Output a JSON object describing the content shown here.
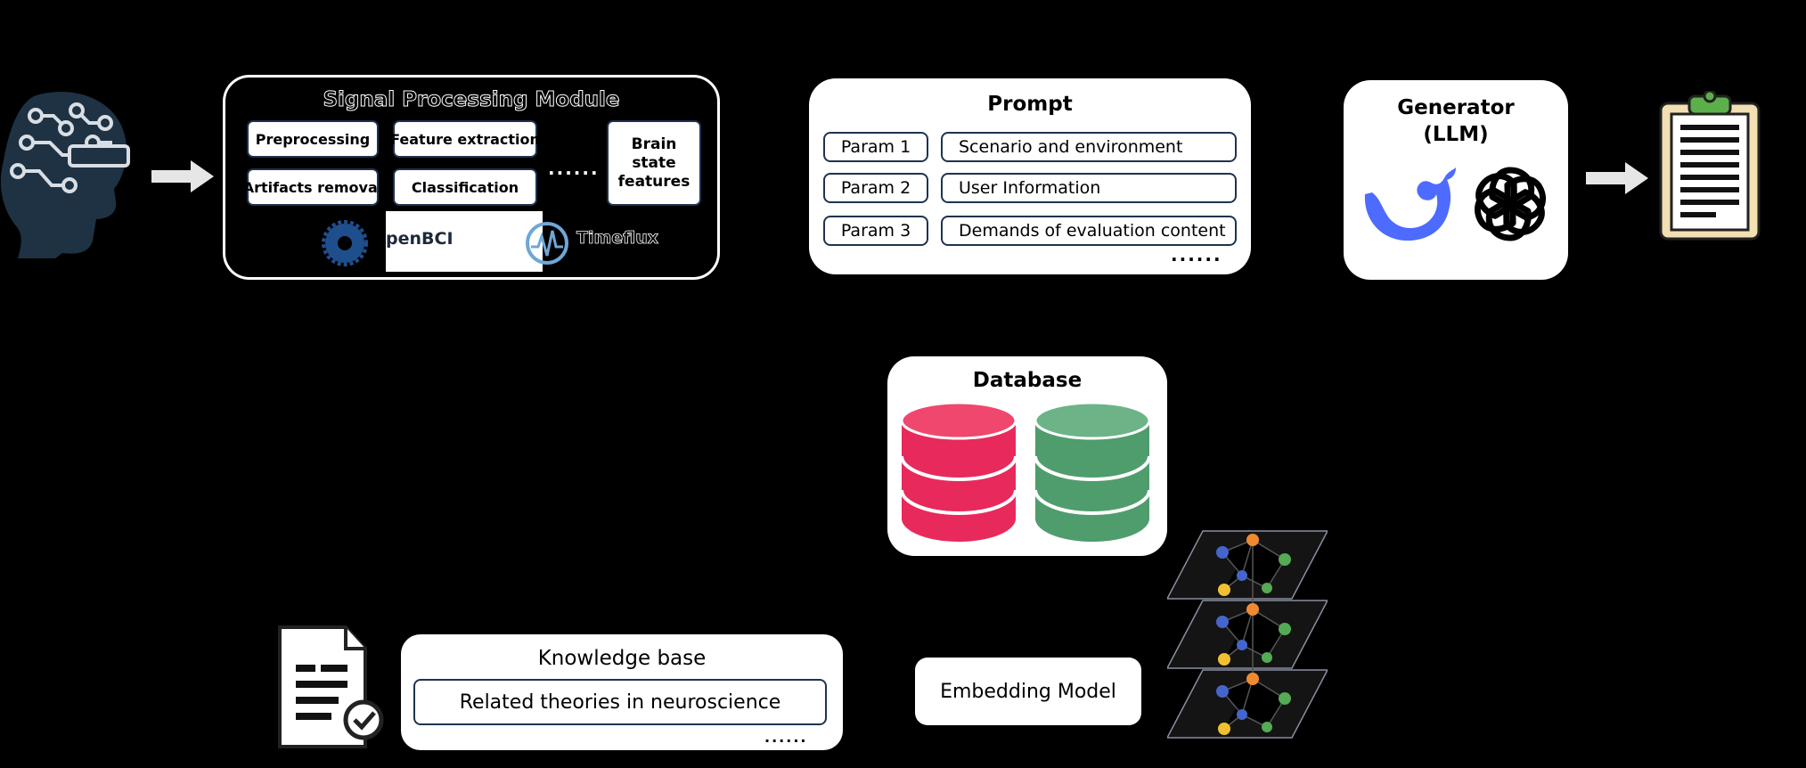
{
  "signal_processing": {
    "title": "Signal Processing Module",
    "steps": [
      "Preprocessing",
      "Feature extraction",
      "Artifacts removal",
      "Classification"
    ],
    "ellipsis": "......",
    "brain_state": [
      "Brain",
      "state",
      "features"
    ],
    "tools": [
      "penBCI",
      "Timeflux"
    ]
  },
  "prompt": {
    "title": "Prompt",
    "params": [
      {
        "name": "Param 1",
        "value": "Scenario and environment"
      },
      {
        "name": "Param 2",
        "value": "User Information"
      },
      {
        "name": "Param 3",
        "value": "Demands of evaluation content"
      }
    ],
    "ellipsis": "......"
  },
  "generator": {
    "title_line1": "Generator",
    "title_line2": "(LLM)"
  },
  "database": {
    "title": "Database",
    "colors": {
      "left": "#e8295b",
      "right": "#4f9d6c"
    }
  },
  "knowledge_base": {
    "title": "Knowledge base",
    "item": "Related theories in neuroscience",
    "ellipsis": "......"
  },
  "embedding": {
    "label": "Embedding Model"
  },
  "icons": [
    "brain-head-icon",
    "arrow-right-icon",
    "deepseek-whale-icon",
    "openai-logo-icon",
    "report-clipboard-icon",
    "document-check-icon",
    "knowledge-graph-icon"
  ]
}
